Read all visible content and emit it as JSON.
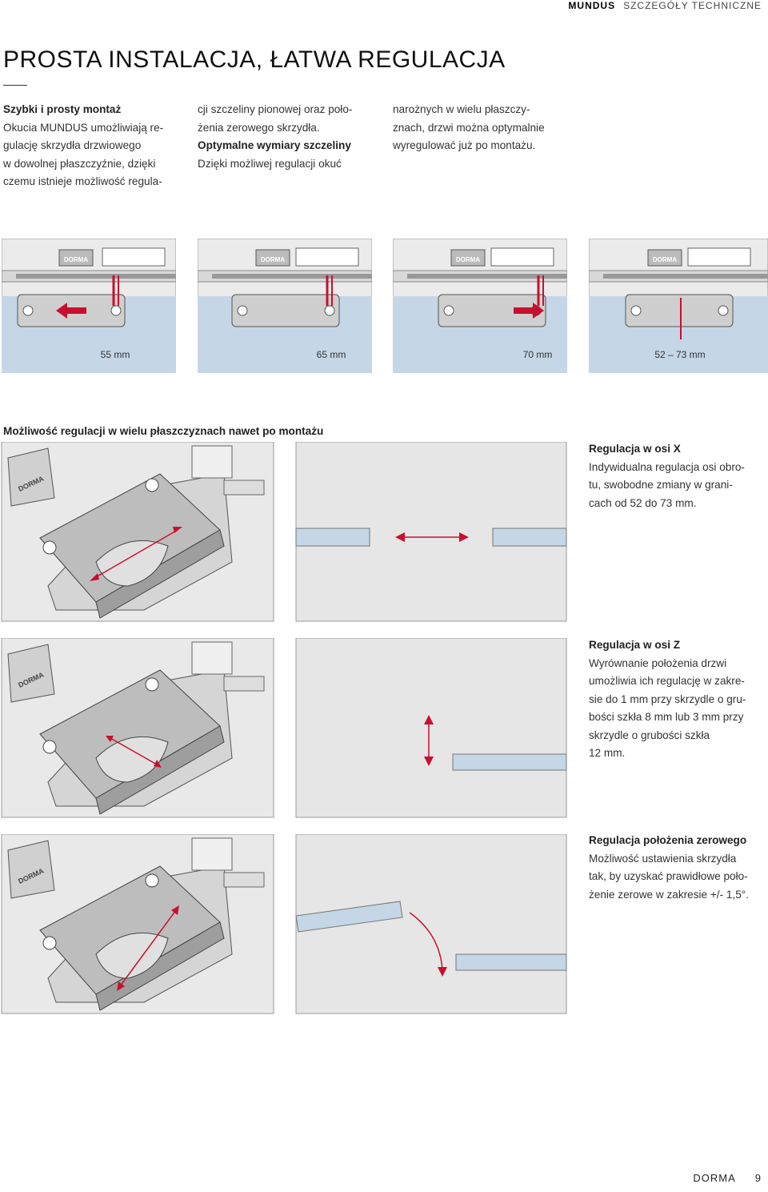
{
  "header": {
    "brand": "MUNDUS",
    "section": "SZCZEGÓŁY TECHNICZNE"
  },
  "title": "PROSTA INSTALACJA, ŁATWA REGULACJA",
  "intro": {
    "col1": {
      "heading": "Szybki i prosty montaż",
      "lines": [
        "Okucia MUNDUS umożliwiają re-",
        "gulację skrzydła drzwiowego",
        "w dowolnej płaszczyźnie, dzięki",
        "czemu istnieje możliwość regula-"
      ]
    },
    "col2": {
      "lines": [
        "cji szczeliny pionowej oraz poło-",
        "żenia zerowego skrzydła."
      ],
      "heading": "Optymalne wymiary szczeliny",
      "lines2": [
        "Dzięki możliwej regulacji okuć"
      ]
    },
    "col3": {
      "lines": [
        "narożnych w wielu płaszczy-",
        "znach, drzwi można optymalnie",
        "wyregulować już po montażu."
      ]
    }
  },
  "logo_text": "DORMA",
  "gaps": [
    {
      "label": "55 mm"
    },
    {
      "label": "65 mm"
    },
    {
      "label": "70 mm"
    },
    {
      "label": "52 – 73 mm"
    }
  ],
  "adjust_title": "Możliwość regulacji w wielu płaszczyznach nawet po montażu",
  "adjustments": [
    {
      "heading": "Regulacja w osi X",
      "lines": [
        "Indywidualna regulacja osi obro-",
        "tu, swobodne zmiany w grani-",
        "cach od 52 do 73 mm."
      ]
    },
    {
      "heading": "Regulacja w osi Z",
      "lines": [
        "Wyrównanie położenia drzwi",
        "umożliwia ich regulację w zakre-",
        "sie do 1 mm przy skrzydle o gru-",
        "bości szkła 8 mm lub 3 mm przy",
        "skrzydle o grubości szkła",
        "12 mm."
      ]
    },
    {
      "heading": "Regulacja położenia zerowego",
      "lines": [
        "Możliwość ustawienia skrzydła",
        "tak, by uzyskać prawidłowe poło-",
        "żenie zerowe w zakresie +/- 1,5°."
      ]
    }
  ],
  "colors": {
    "accent": "#c8102e",
    "glass": "#c5d6e6",
    "panel": "#e6e6e6",
    "part": "#bdbdbd"
  },
  "footer": {
    "brand": "DORMA",
    "page": "9"
  }
}
